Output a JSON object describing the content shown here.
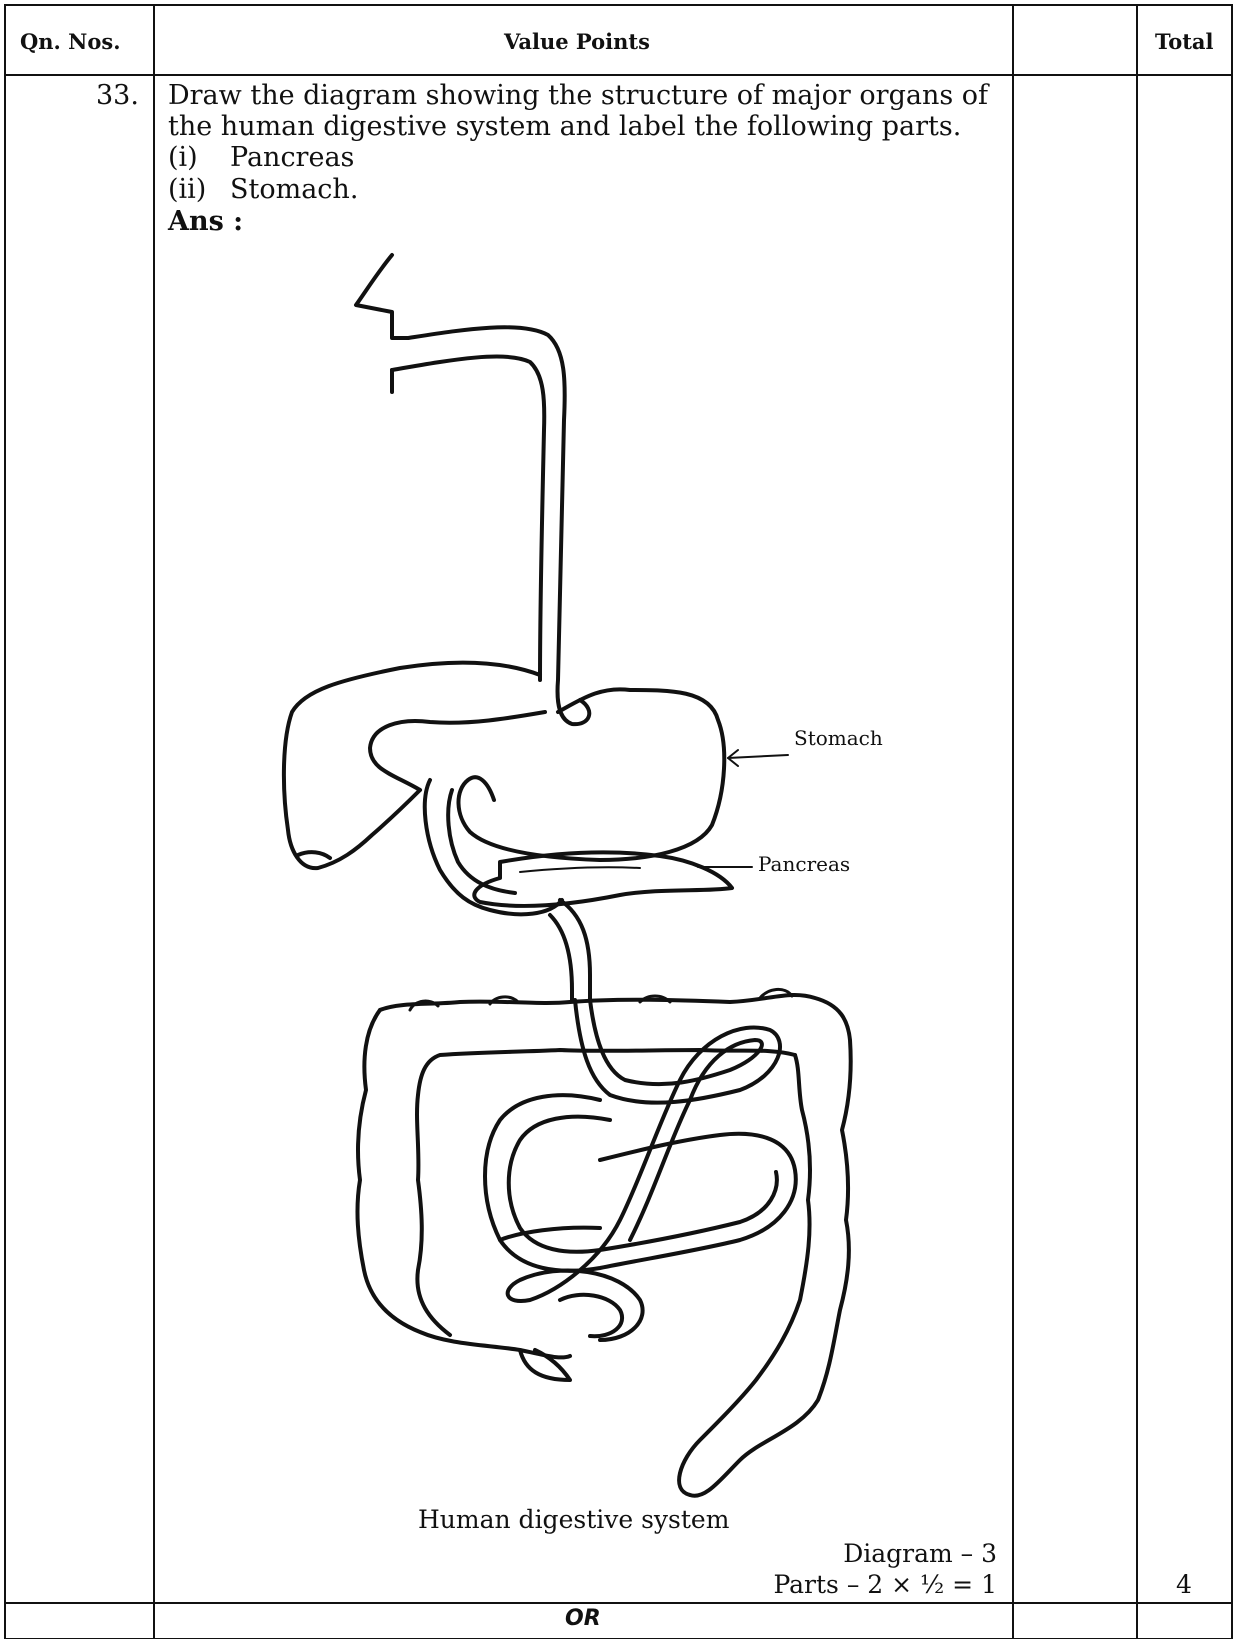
{
  "header": {
    "qn_nos": "Qn. Nos.",
    "value_points": "Value Points",
    "marks_col": "",
    "total": "Total"
  },
  "question": {
    "number": "33.",
    "text_line1": "Draw the diagram showing the structure of major organs of",
    "text_line2": "the human digestive system and label the following parts.",
    "parts": [
      {
        "num": "(i)",
        "label": "Pancreas"
      },
      {
        "num": "(ii)",
        "label": "Stomach."
      }
    ],
    "ans_label": "Ans :"
  },
  "diagram": {
    "labels": {
      "stomach": "Stomach",
      "pancreas": "Pancreas"
    },
    "caption": "Human digestive system"
  },
  "scoring": {
    "diagram_marks": "Diagram – 3",
    "parts_marks": "Parts – 2 × ½ = 1",
    "total": "4"
  },
  "footer": {
    "or_label": "OR"
  }
}
